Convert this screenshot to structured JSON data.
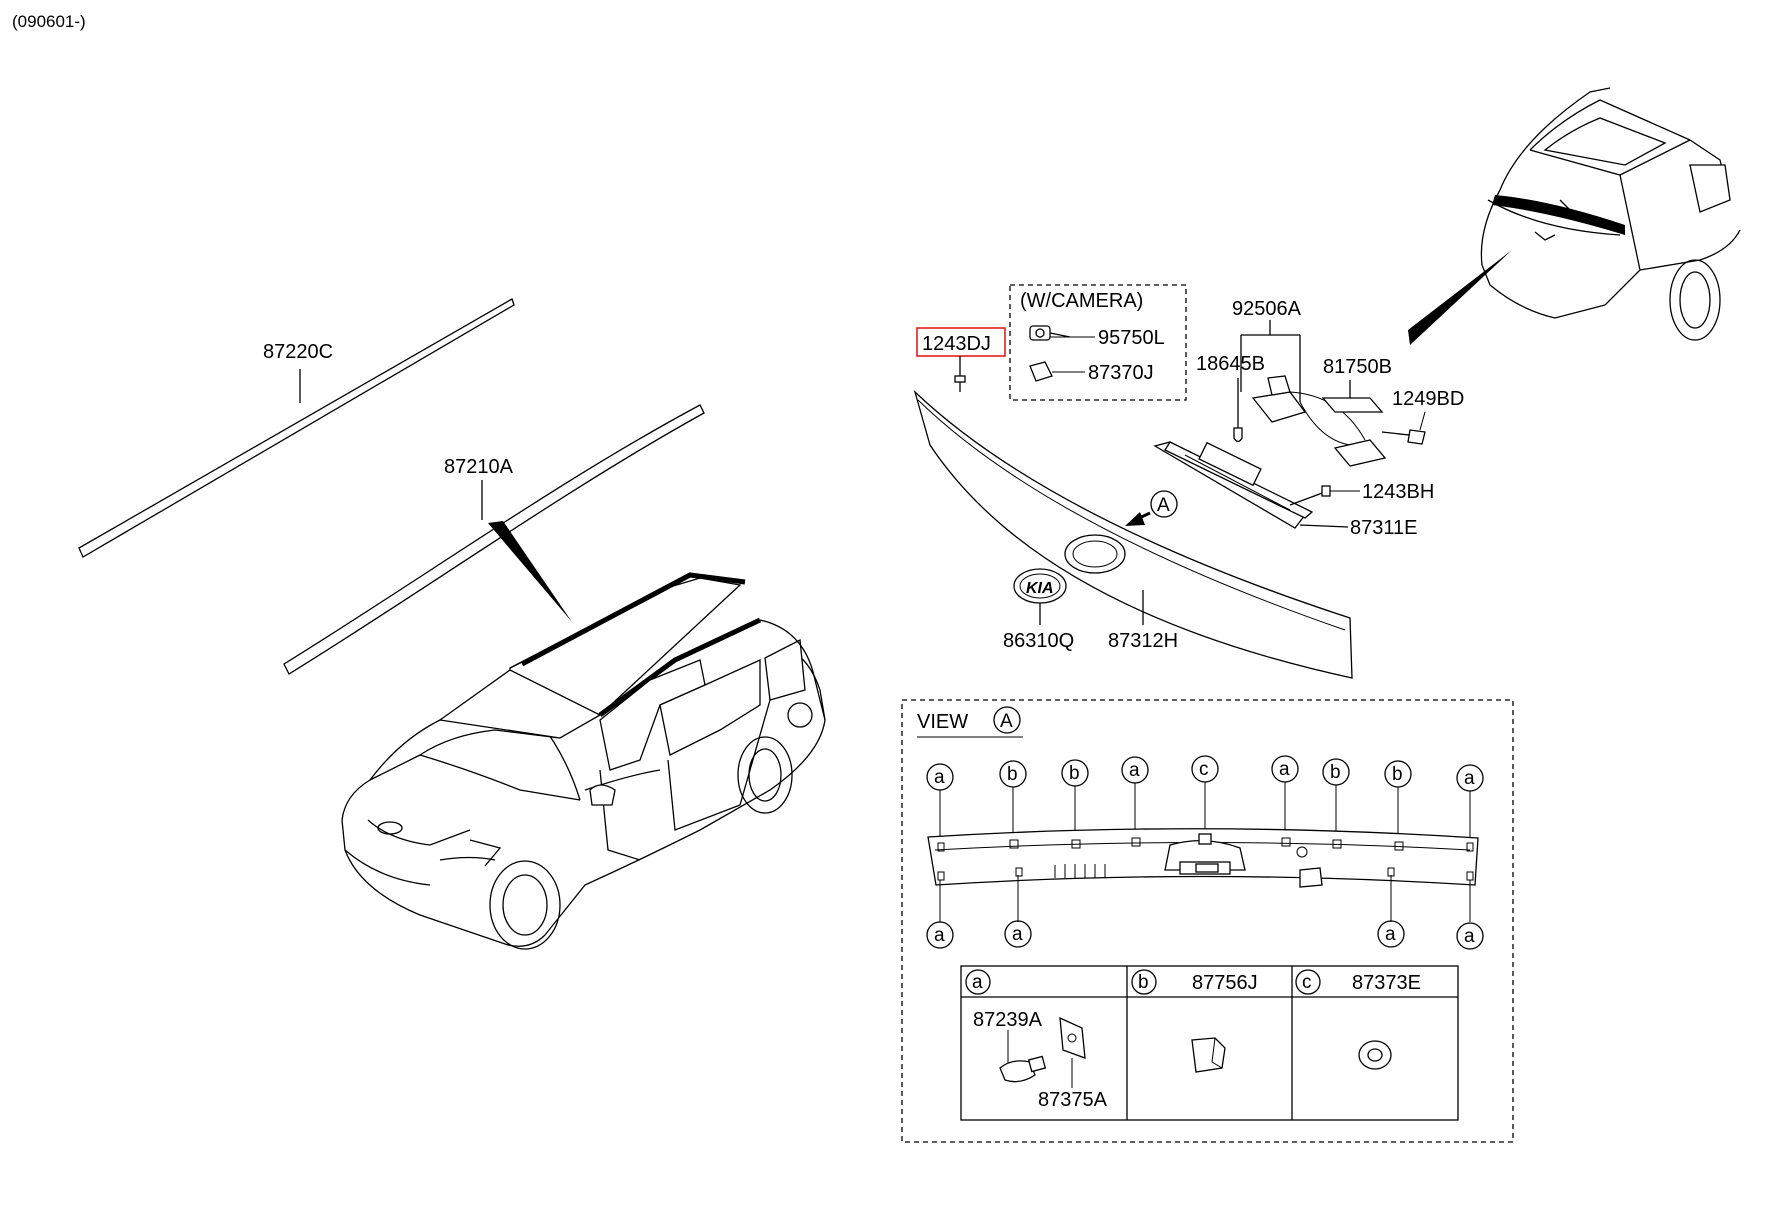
{
  "header_code": "(090601-)",
  "labels": {
    "p87220C": "87220C",
    "p87210A": "87210A",
    "p1243DJ": "1243DJ",
    "camera_box_title": "(W/CAMERA)",
    "p95750L": "95750L",
    "p87370J": "87370J",
    "p92506A": "92506A",
    "p18645B": "18645B",
    "p81750B": "81750B",
    "p1249BD": "1249BD",
    "p1243BH": "1243BH",
    "p87311E": "87311E",
    "p86310Q": "86310Q",
    "p87312H": "87312H",
    "view_marker": "A"
  },
  "view": {
    "title": "VIEW",
    "marker": "A",
    "top_markers": [
      "a",
      "b",
      "b",
      "a",
      "c",
      "a",
      "b",
      "b",
      "a"
    ],
    "bottom_markers": [
      "a",
      "a",
      "a",
      "a"
    ]
  },
  "legend": {
    "a": {
      "letter": "a",
      "parts": [
        "87239A",
        "87375A"
      ]
    },
    "b": {
      "letter": "b",
      "part": "87756J"
    },
    "c": {
      "letter": "c",
      "part": "87373E"
    }
  },
  "badge_text": "KIA",
  "highlight_color": "#e02020"
}
